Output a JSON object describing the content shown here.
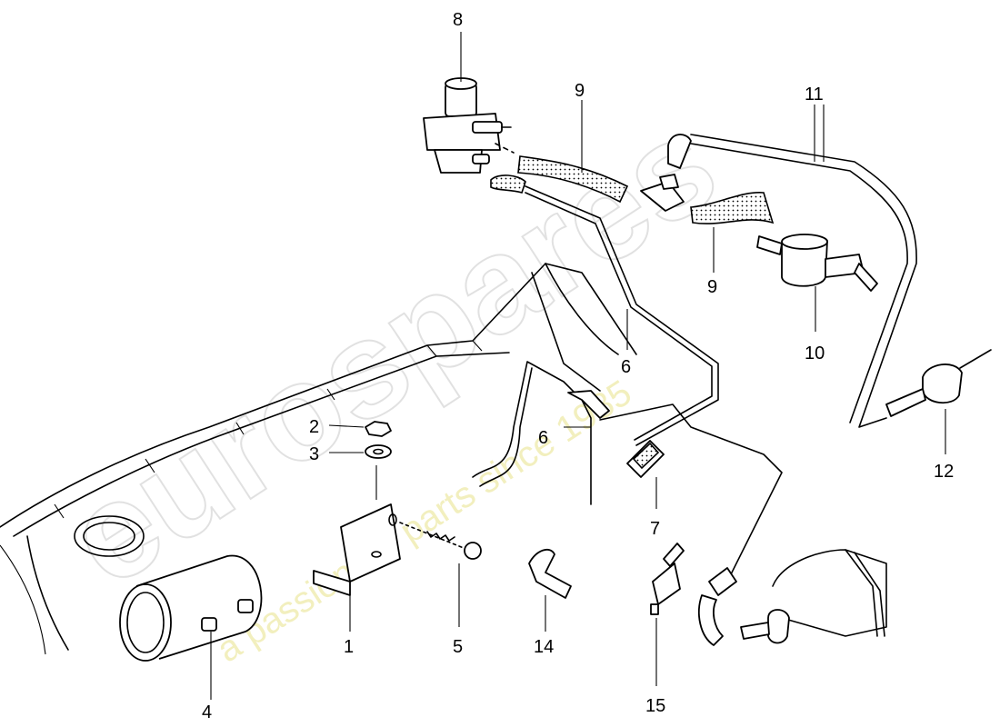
{
  "watermark": {
    "brand": "eurospares",
    "tagline": "a passion for parts since 1985"
  },
  "callouts": [
    "1",
    "2",
    "3",
    "4",
    "5",
    "6",
    "6",
    "7",
    "8",
    "9",
    "9",
    "10",
    "11",
    "12",
    "14",
    "15"
  ],
  "colors": {
    "line": "#000000",
    "background": "#ffffff",
    "watermark_text": "#c9c9c9",
    "watermark_tagline": "#e8e38a"
  }
}
